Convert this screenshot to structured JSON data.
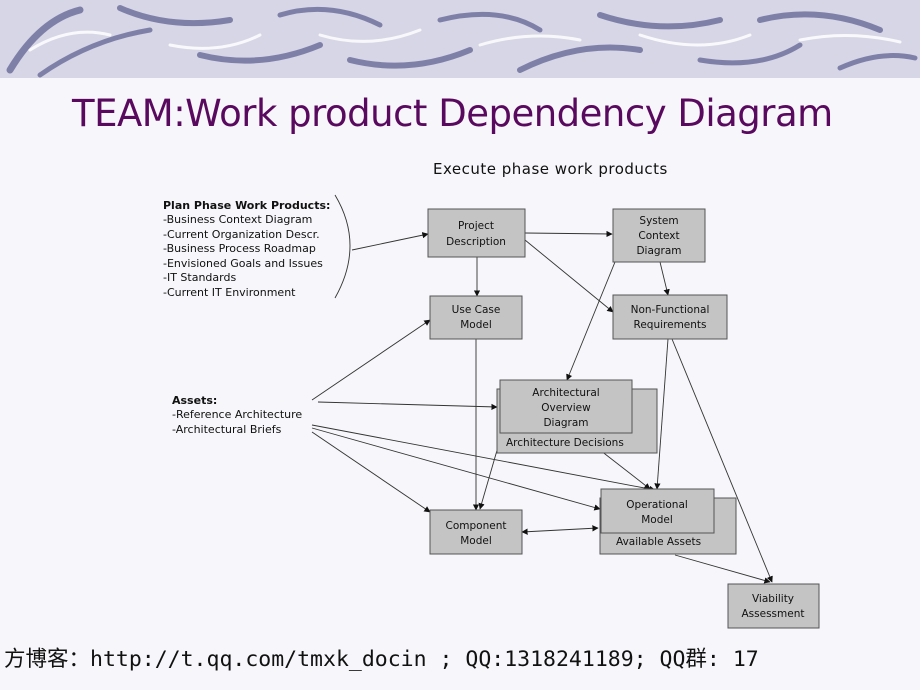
{
  "slide": {
    "title": "TEAM:Work product Dependency Diagram",
    "footer": "方博客：http://t.qq.com/tmxk_docin ; QQ:1318241189; QQ群: 17"
  },
  "diagram": {
    "subtitle": "Execute phase work products",
    "plan_heading": "Plan Phase Work Products:",
    "plan_items": [
      "-Business Context Diagram",
      "-Current Organization Descr.",
      "-Business Process Roadmap",
      "-Envisioned Goals and Issues",
      "-IT Standards",
      "-Current IT Environment"
    ],
    "assets_heading": "Assets:",
    "assets_items": [
      "-Reference Architecture",
      "-Architectural Briefs"
    ],
    "nodes": {
      "project": [
        "Project",
        "Description"
      ],
      "system_context": [
        "System",
        "Context",
        "Diagram"
      ],
      "use_case": [
        "Use Case",
        "Model"
      ],
      "nfr": [
        "Non-Functional",
        "Requirements"
      ],
      "arch_overview": [
        "Architectural",
        "Overview",
        "Diagram"
      ],
      "arch_decisions": [
        "Architecture Decisions"
      ],
      "operational": [
        "Operational",
        "Model"
      ],
      "available_assets": [
        "Available Assets"
      ],
      "component": [
        "Component",
        "Model"
      ],
      "viability": [
        "Viability",
        "Assessment"
      ]
    }
  }
}
